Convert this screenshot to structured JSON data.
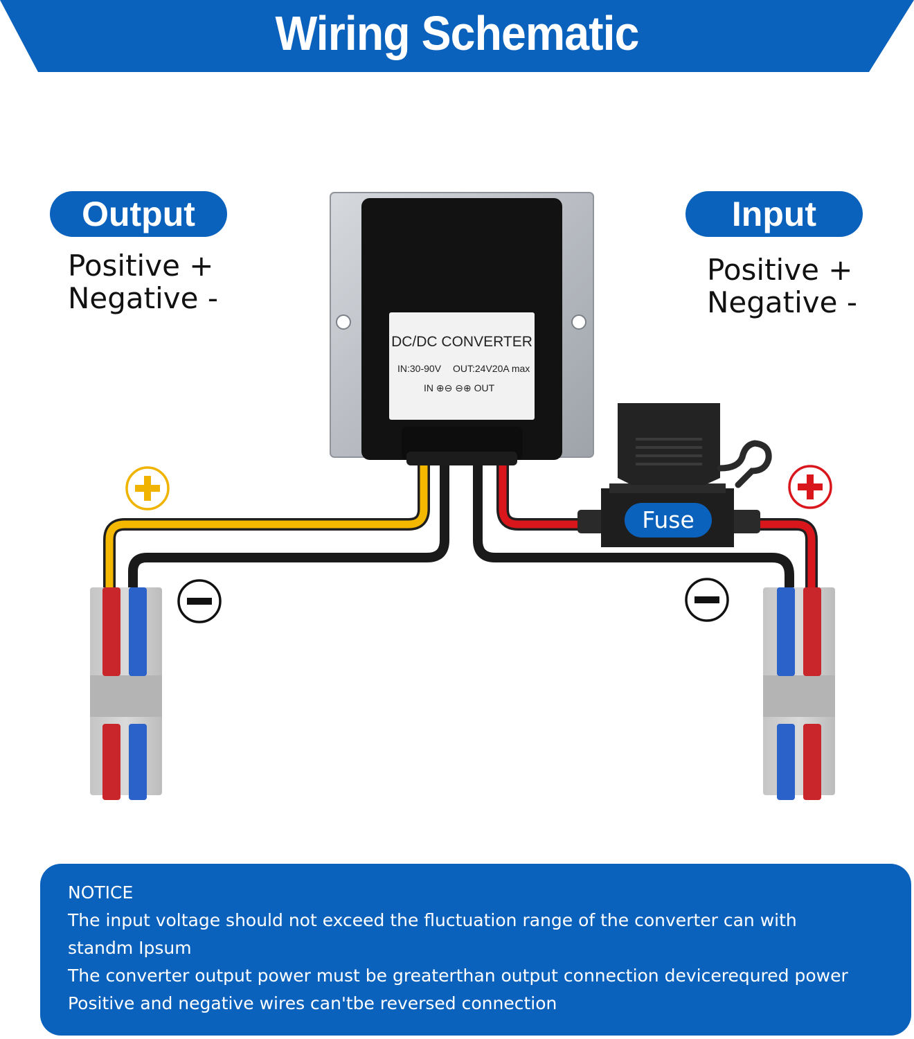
{
  "title": "Wiring Schematic",
  "output": {
    "heading": "Output",
    "positive": "Positive +",
    "negative": "Negative -"
  },
  "input": {
    "heading": "Input",
    "positive": "Positive +",
    "negative": "Negative -"
  },
  "converter_label": {
    "name": "DC/DC CONVERTER",
    "spec_in": "IN:30-90V",
    "spec_out": "OUT:24V20A max",
    "terminal_in": "IN",
    "terminal_out": "OUT"
  },
  "fuse_label": "Fuse",
  "notice": {
    "heading": "NOTICE",
    "lines": [
      "The input voltage should not exceed the fluctuation range of the converter can with",
      "standm Ipsum",
      "The converter output power must be greaterthan output connection devicerequred power",
      "Positive and negative wires can'tbe reversed connection"
    ]
  },
  "colors": {
    "brand_blue": "#0b62bd",
    "wire_output_positive": "#f5b800",
    "wire_negative": "#1a1a1a",
    "wire_input_positive": "#d9161c",
    "lever_red": "#c8262b",
    "lever_blue": "#2a62c9"
  },
  "icons": {
    "output_positive": "plus-circle-icon",
    "output_negative": "minus-circle-icon",
    "input_positive": "plus-circle-icon",
    "input_negative": "minus-circle-icon"
  }
}
